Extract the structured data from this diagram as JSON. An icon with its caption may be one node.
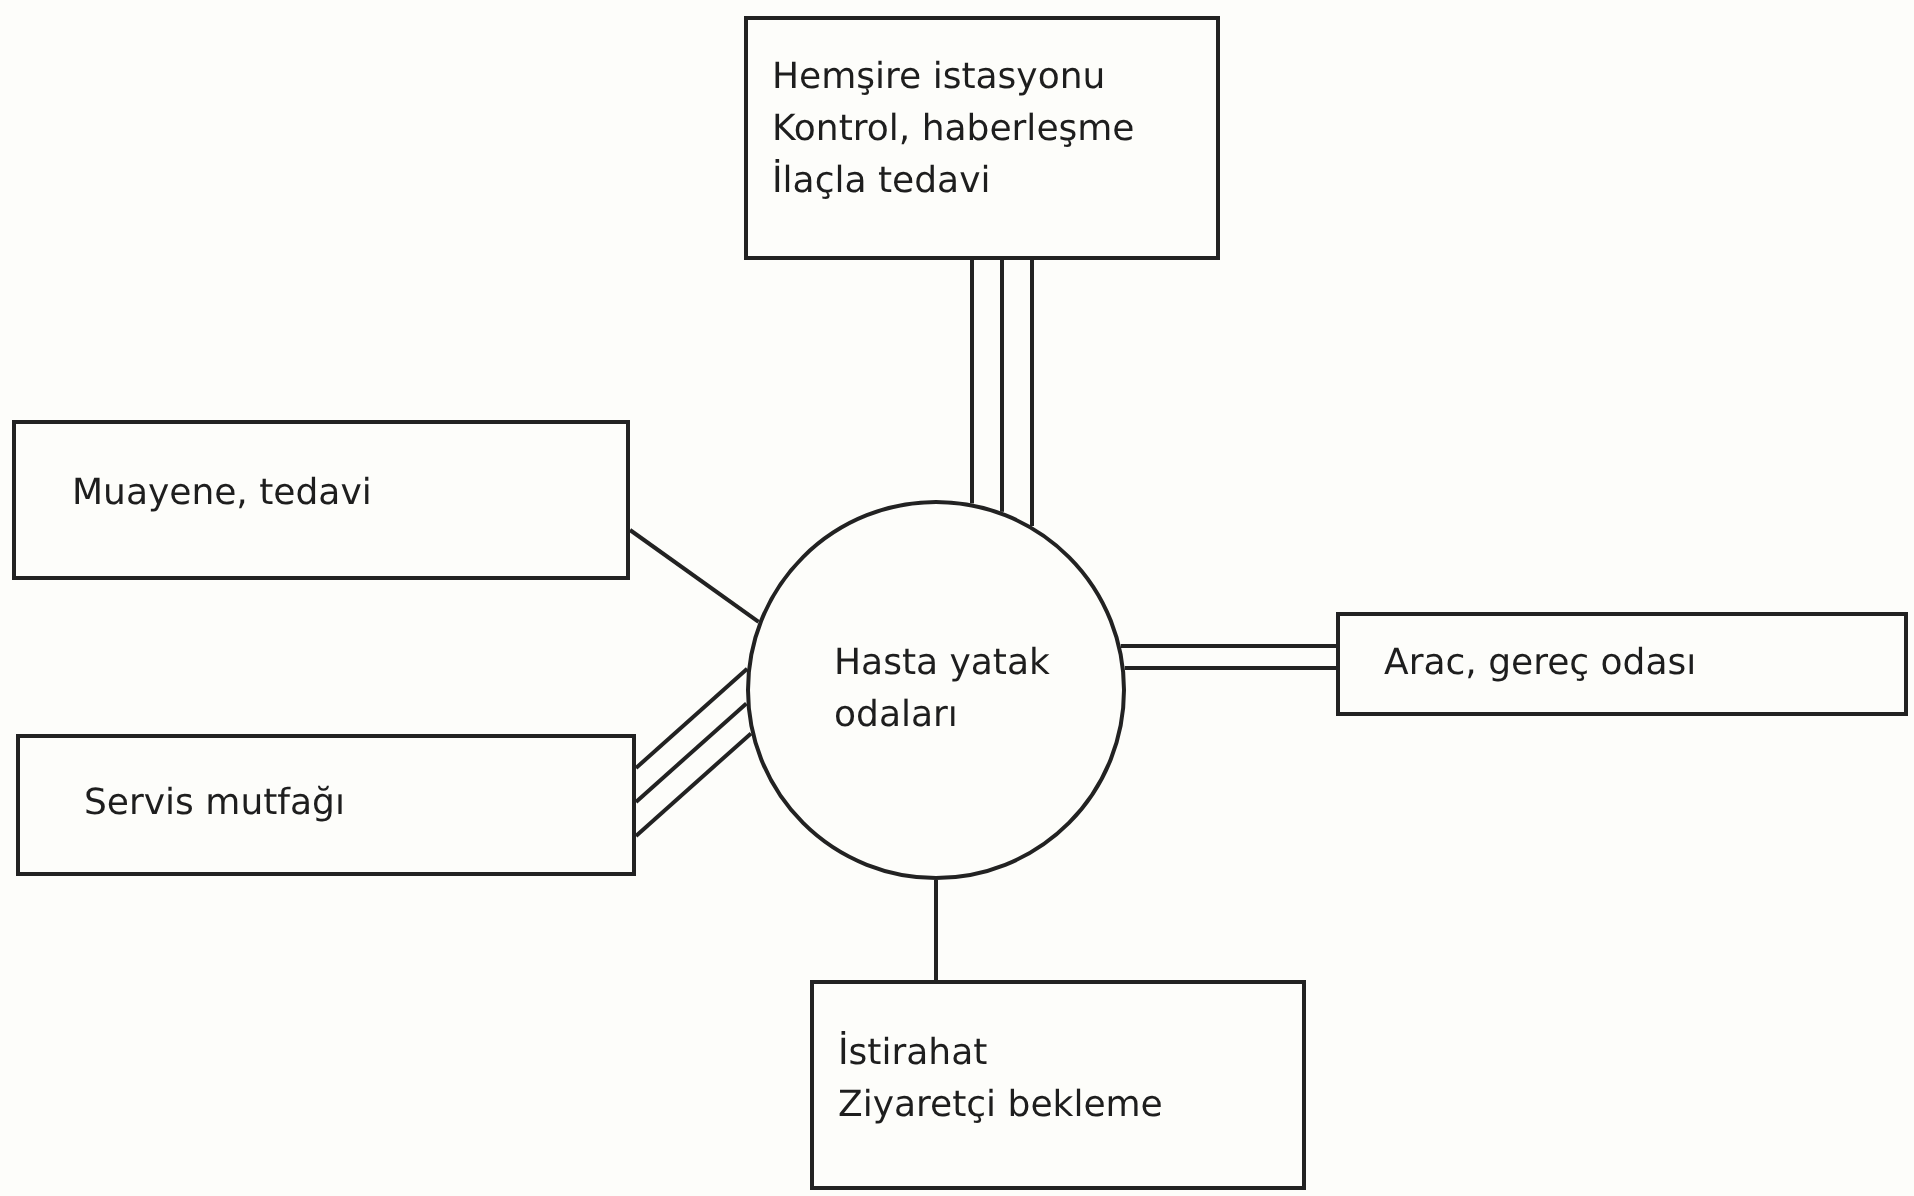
{
  "diagram": {
    "nodes": [
      {
        "text": [
          "Hemşire istasyonu",
          "Kontrol, haberleşme",
          "İlaçla tedavi"
        ]
      },
      {
        "text": [
          "Muayene, tedavi"
        ]
      },
      {
        "text": [
          "Hasta yatak odaları"
        ]
      },
      {
        "text": [
          "Arac, gereç odası"
        ]
      },
      {
        "text": [
          "Servis mutfağı"
        ]
      },
      {
        "text": [
          "İstirahat",
          "Ziyaretçi bekleme"
        ]
      }
    ],
    "edges": [
      {
        "from": 2,
        "to": 0,
        "arrow": "none"
      },
      {
        "from": 2,
        "to": 0,
        "arrow": "none"
      },
      {
        "from": 2,
        "to": 0,
        "arrow": "none"
      },
      {
        "from": 2,
        "to": 1,
        "arrow": "none"
      },
      {
        "from": 2,
        "to": 3,
        "arrow": "none"
      },
      {
        "from": 2,
        "to": 3,
        "arrow": "none"
      },
      {
        "from": 2,
        "to": 4,
        "arrow": "none"
      },
      {
        "from": 2,
        "to": 4,
        "arrow": "none"
      },
      {
        "from": 2,
        "to": 4,
        "arrow": "none"
      },
      {
        "from": 2,
        "to": 5,
        "arrow": "none"
      }
    ]
  }
}
